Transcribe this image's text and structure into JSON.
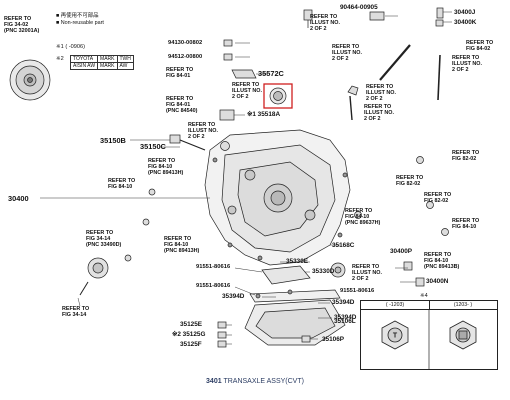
{
  "legend": {
    "reusable": "■ 再使用不可部品",
    "non_reusable": "■ Non-reusable part"
  },
  "ref_table": {
    "note1": "※1 (    -0906)",
    "note2": "※2",
    "rows": [
      [
        "TOYOTA",
        "MARK",
        "TWH"
      ],
      [
        "AISIN AW",
        "MARK",
        "AW"
      ]
    ]
  },
  "refers": {
    "fig34_02": {
      "l1": "REFER TO",
      "l2": "FIG 34-02",
      "sub": "(PNC 32001A)"
    },
    "illust_top_a": {
      "l1": "REFER TO",
      "l2": "ILLUST NO.",
      "l3": "2 OF 2"
    },
    "refer_mid_a": {
      "l1": "REFER TO",
      "l2": "ILLUST NO.",
      "l3": "2 OF 2"
    },
    "refer_fig84_right_top": {
      "l1": "REFER TO",
      "l2": "FIG 84-02"
    },
    "refer_top_b": {
      "l1": "REFER TO",
      "l2": "ILLUST NO.",
      "l3": "2 OF 2"
    },
    "fig84_01_a": {
      "l1": "REFER TO",
      "l2": "FIG 84-01"
    },
    "illust_b": {
      "l1": "REFER TO",
      "l2": "ILLUST NO.",
      "l3": "2 OF 2"
    },
    "fig84_01_b": {
      "l1": "REFER TO",
      "l2": "FIG 84-01",
      "sub": "(PNC 84540)"
    },
    "illust_c": {
      "l1": "REFER TO",
      "l2": "ILLUST NO.",
      "l3": "2 OF 2"
    },
    "illust_d": {
      "l1": "REFER TO",
      "l2": "ILLUST NO.",
      "l3": "2 OF 2"
    },
    "illust_e": {
      "l1": "REFER TO",
      "l2": "ILLUST NO.",
      "l3": "2 OF 2"
    },
    "fig84_10_a": {
      "l1": "REFER TO",
      "l2": "FIG 84-10",
      "sub": "(PNC 89413H)"
    },
    "fig84_10_b": {
      "l1": "REFER TO",
      "l2": "FIG 84-10"
    },
    "fig84_10_c": {
      "l1": "REFER TO",
      "l2": "FIG 84-10",
      "sub": "(PNC 89637H)"
    },
    "fig82_02_a": {
      "l1": "REFER TO",
      "l2": "FIG 82-02"
    },
    "fig82_02_b": {
      "l1": "REFER TO",
      "l2": "FIG 82-02"
    },
    "fig82_02_c": {
      "l1": "REFER TO",
      "l2": "FIG 82-02"
    },
    "fig84_10_d": {
      "l1": "REFER TO",
      "l2": "FIG 84-10"
    },
    "fig34_14_a": {
      "l1": "REFER TO",
      "l2": "FIG 34-14",
      "sub": "(PNC 33490D)"
    },
    "fig84_10_e": {
      "l1": "REFER TO",
      "l2": "FIG 84-10",
      "sub": "(PNC 89413H)"
    },
    "fig84_10_f": {
      "l1": "REFER TO",
      "l2": "FIG 84-10",
      "sub": "(PNC 89413B)"
    },
    "illust_f": {
      "l1": "REFER TO",
      "l2": "ILLUST NO.",
      "l3": "2 OF 2"
    },
    "fig34_14_b": {
      "l1": "REFER TO",
      "l2": "FIG 34-14"
    }
  },
  "parts": {
    "p90464": "90464-00905",
    "p30400j": "30400J",
    "p30400k": "30400K",
    "p94130": "94130-00802",
    "p94512": "94512-00800",
    "p35572c": "35572C",
    "p35518a": "※1 35518A",
    "p35150b": "35150B",
    "p35150c": "35150C",
    "p30400": "30400",
    "p35168c": "35168C",
    "p35330e": "35330E",
    "p35330d": "35330D",
    "p91551_a": "91551-80616",
    "p91551_b": "91551-80616",
    "p91551_c": "91551-80616",
    "p35394d_a": "35394D",
    "p35394d_b": "35394D",
    "p35394d_c": "35394D",
    "p30400p": "30400P",
    "p30400n": "30400N",
    "p35106l": "35106L",
    "p35125e": "35125E",
    "p35125g": "※2 35125G",
    "p35125f": "35125F",
    "p35106p": "35106P",
    "p35394": "※4"
  },
  "plug_box": {
    "title": "※4",
    "left_hdr": "(    -1203)",
    "right_hdr": "(1203-    )"
  },
  "caption": {
    "code": "3401",
    "title": "TRANSAXLE ASSY(CVT)"
  }
}
